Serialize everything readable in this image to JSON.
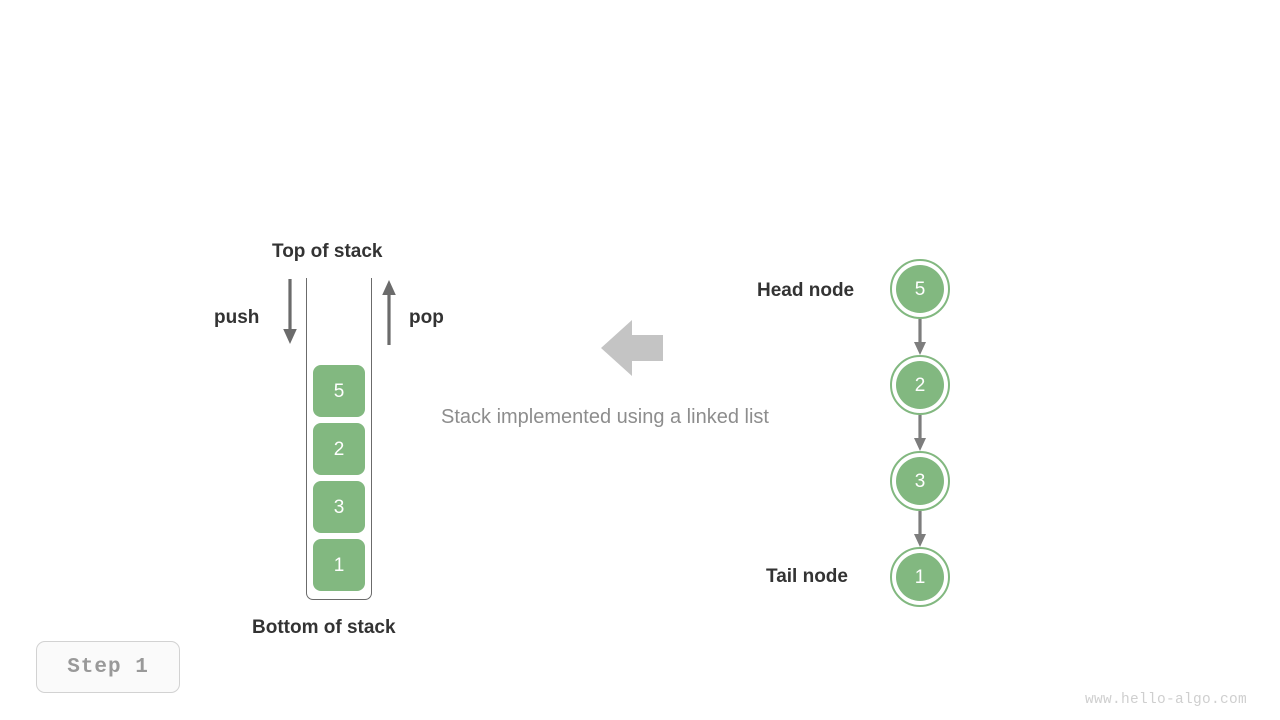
{
  "diagram": {
    "title_caption": "Stack implemented using a linked list",
    "colors": {
      "node_green": "#82b880",
      "arrow_grey": "#6b6b6b",
      "block_arrow_grey": "#c4c4c4",
      "text_dark": "#333333",
      "text_muted": "#8d8d8d",
      "watermark": "#cfcfcf",
      "background": "#ffffff"
    }
  },
  "stack": {
    "top_label": "Top of stack",
    "bottom_label": "Bottom of stack",
    "push_label": "push",
    "pop_label": "pop",
    "push_icon": "arrow-down-icon",
    "pop_icon": "arrow-up-icon",
    "cells": [
      {
        "value": "5"
      },
      {
        "value": "2"
      },
      {
        "value": "3"
      },
      {
        "value": "1"
      }
    ]
  },
  "linked_list": {
    "head_label": "Head node",
    "tail_label": "Tail node",
    "link_icon": "arrow-down-icon",
    "nodes": [
      {
        "value": "5"
      },
      {
        "value": "2"
      },
      {
        "value": "3"
      },
      {
        "value": "1"
      }
    ]
  },
  "relation_arrow": {
    "icon": "arrow-left-icon"
  },
  "step_badge": {
    "label": "Step 1"
  },
  "watermark": {
    "text": "www.hello-algo.com"
  }
}
